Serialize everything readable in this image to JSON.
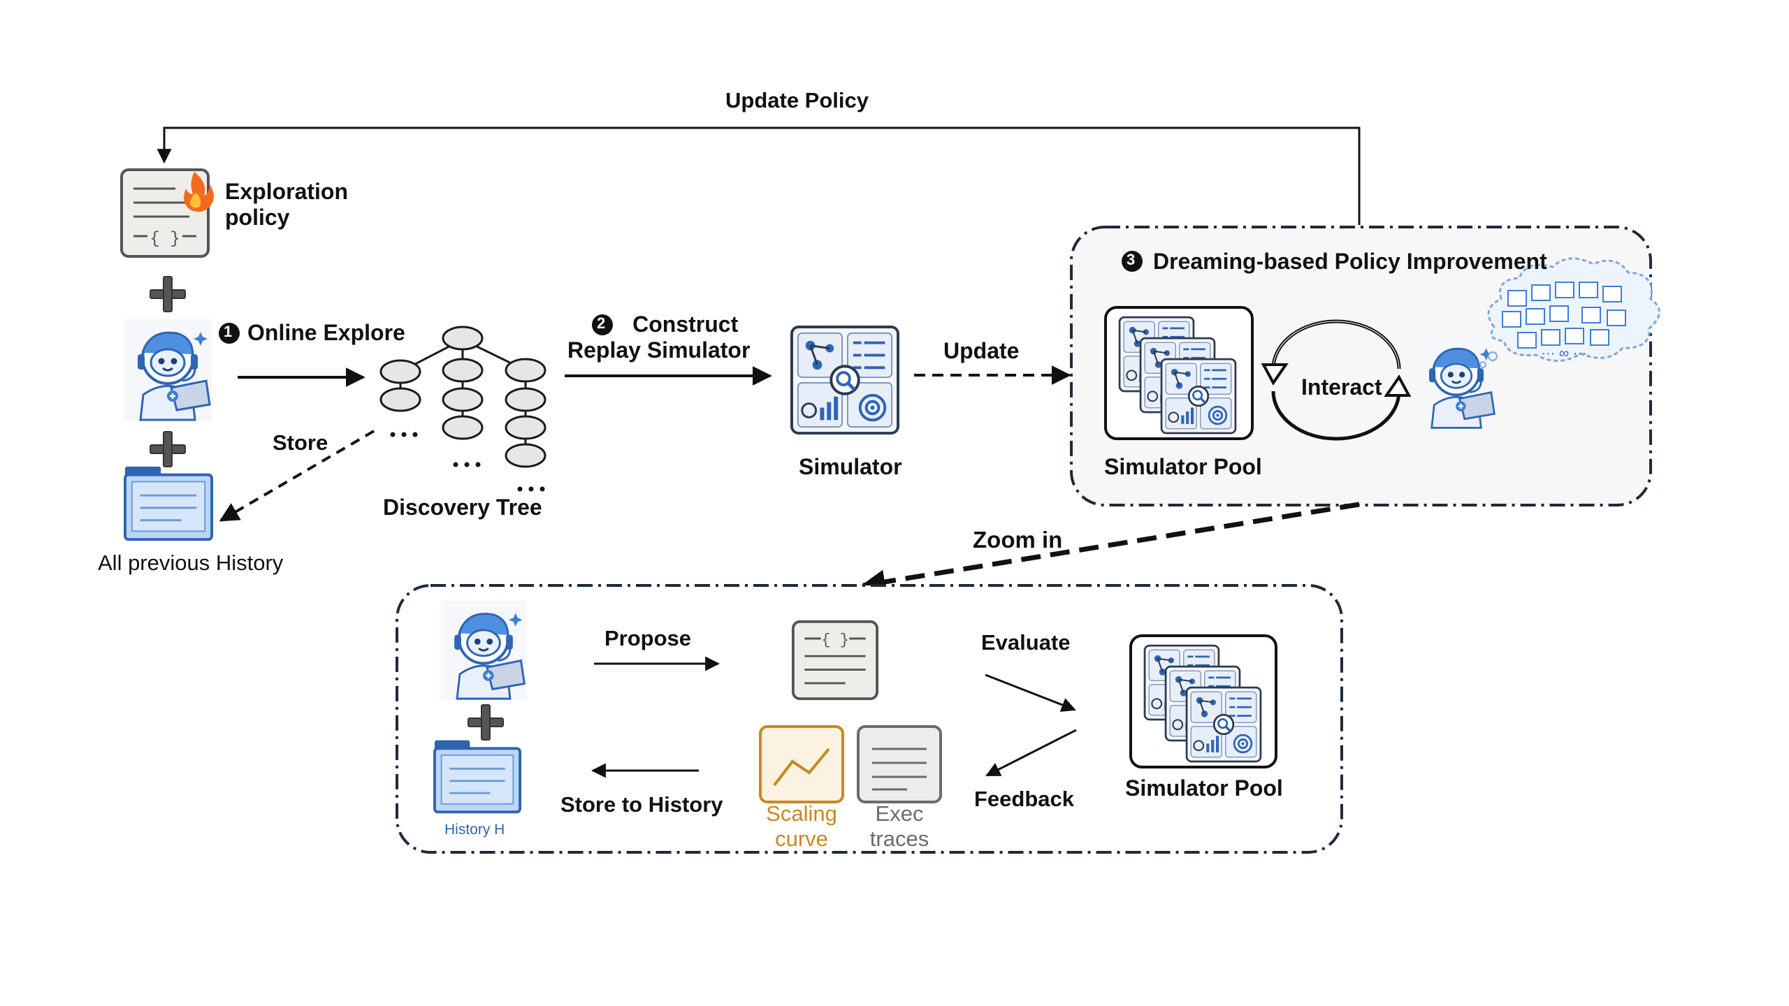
{
  "labels": {
    "update_policy": "Update Policy",
    "exploration_policy_line1": "Exploration",
    "exploration_policy_line2": "policy",
    "step1_num": "1",
    "step1": "Online Explore",
    "store": "Store",
    "all_history": "All previous History",
    "discovery_tree": "Discovery Tree",
    "step2_num": "2",
    "step2_line1": "Construct",
    "step2_line2": "Replay Simulator",
    "simulator": "Simulator",
    "update": "Update",
    "step3_num": "3",
    "step3": "Dreaming-based Policy Improvement",
    "interact": "Interact",
    "simulator_pool_top": "Simulator Pool",
    "zoom_in": "Zoom in",
    "propose": "Propose",
    "evaluate": "Evaluate",
    "feedback": "Feedback",
    "store_to_history": "Store to History",
    "history_h": "History H",
    "scaling_curve_line1": "Scaling",
    "scaling_curve_line2": "curve",
    "exec_traces_line1": "Exec",
    "exec_traces_line2": "traces",
    "simulator_pool_bottom": "Simulator Pool",
    "code_braces": "{ }"
  },
  "colors": {
    "text": "#111111",
    "robot_blue": "#3b7dd8",
    "folder_blue": "#bcd6f5",
    "folder_tab": "#2f64b0",
    "doc_fill": "#efede9",
    "scaling_orange": "#c9881e",
    "exec_gray": "#6b6b6b",
    "box_border": "#1e2a3a",
    "tree_fill": "#e6e6e6"
  },
  "icons": [
    "robot-icon",
    "fire-icon",
    "document-icon",
    "folder-icon",
    "simulator-icon",
    "cloud-icon",
    "plus-icon",
    "cycle-icon"
  ]
}
